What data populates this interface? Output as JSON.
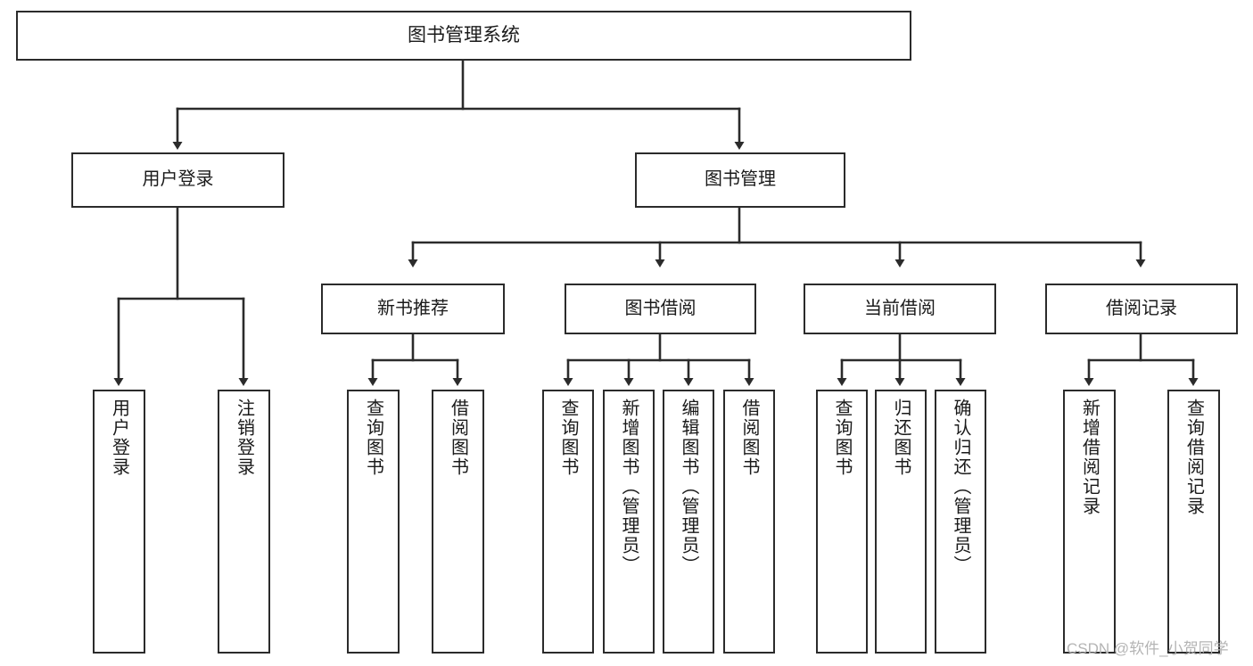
{
  "diagram": {
    "type": "tree",
    "title": "图书管理系统",
    "watermark": "CSDN @软件_小贺同学",
    "colors": {
      "box_border": "#2b2b2b",
      "box_fill": "#ffffff",
      "edge": "#2b2b2b",
      "background": "#ffffff",
      "watermark": "#b4b4b4"
    },
    "nodes": {
      "root": {
        "label": "图书管理系统"
      },
      "level1": [
        {
          "id": "user-login",
          "label": "用户登录"
        },
        {
          "id": "book-manage",
          "label": "图书管理"
        }
      ],
      "level2": [
        {
          "id": "new-book-recommend",
          "label": "新书推荐"
        },
        {
          "id": "book-borrow",
          "label": "图书借阅"
        },
        {
          "id": "current-borrow",
          "label": "当前借阅"
        },
        {
          "id": "borrow-record",
          "label": "借阅记录"
        }
      ],
      "leaves": {
        "user-login": [
          {
            "id": "leaf-user-login",
            "label": "用户登录"
          },
          {
            "id": "leaf-user-logout",
            "label": "注销登录"
          }
        ],
        "new-book-recommend": [
          {
            "id": "leaf-query-book-1",
            "label": "查询图书"
          },
          {
            "id": "leaf-borrow-book-1",
            "label": "借阅图书"
          }
        ],
        "book-borrow": [
          {
            "id": "leaf-query-book-2",
            "label": "查询图书"
          },
          {
            "id": "leaf-add-book",
            "label": "新增图书（管理员）"
          },
          {
            "id": "leaf-edit-book",
            "label": "编辑图书（管理员）"
          },
          {
            "id": "leaf-borrow-book-2",
            "label": "借阅图书"
          }
        ],
        "current-borrow": [
          {
            "id": "leaf-query-book-3",
            "label": "查询图书"
          },
          {
            "id": "leaf-return-book",
            "label": "归还图书"
          },
          {
            "id": "leaf-confirm-return",
            "label": "确认归还（管理员）"
          }
        ],
        "borrow-record": [
          {
            "id": "leaf-add-record",
            "label": "新增借阅记录"
          },
          {
            "id": "leaf-query-record",
            "label": "查询借阅记录"
          }
        ]
      }
    }
  }
}
